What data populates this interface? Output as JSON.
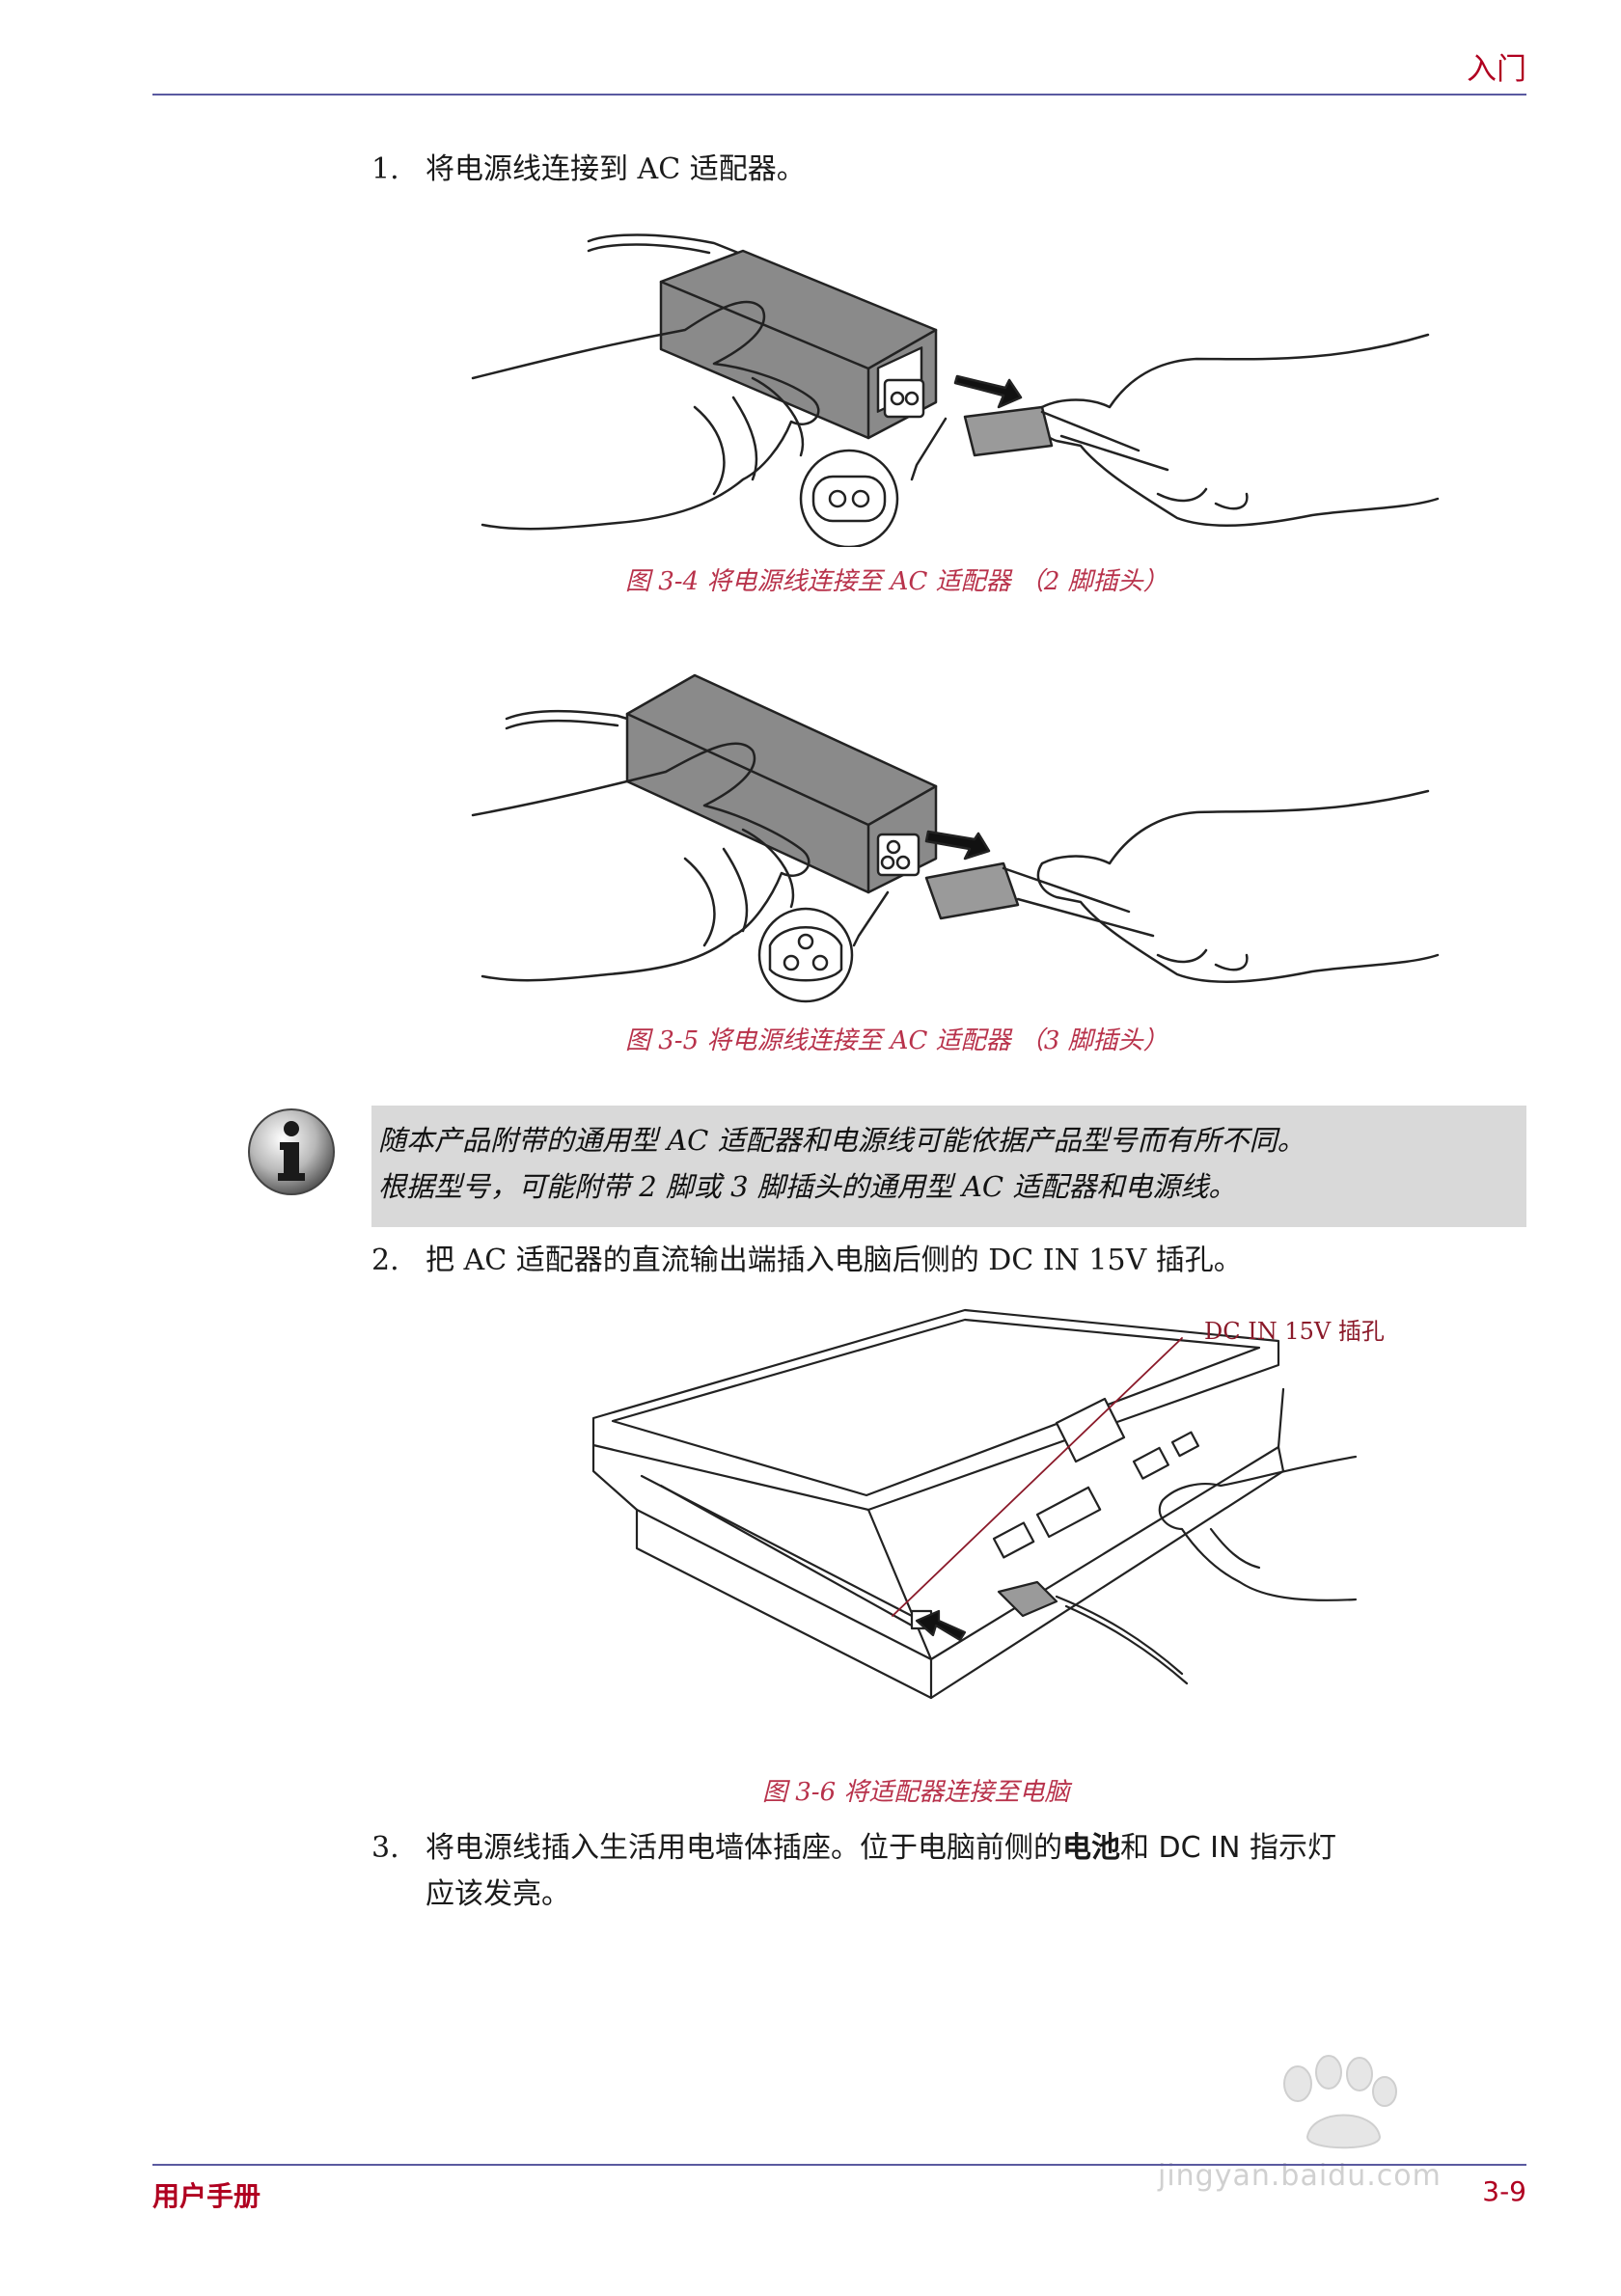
{
  "header": {
    "title": "入门"
  },
  "steps": {
    "s1": {
      "num": "1.",
      "text": "将电源线连接到 AC 适配器。"
    },
    "s2": {
      "num": "2.",
      "text": "把 AC 适配器的直流输出端插入电脑后侧的 DC IN 15V 插孔。"
    },
    "s3": {
      "num": "3.",
      "text_a": "将电源线插入生活用电墙体插座。位于电脑前侧的",
      "bold": "电池",
      "text_b": "和 DC IN 指示灯",
      "text_c": "应该发亮。"
    }
  },
  "figures": {
    "f4": {
      "caption": "图 3-4 将电源线连接至 AC 适配器 （2 脚插头）"
    },
    "f5": {
      "caption": "图 3-5 将电源线连接至 AC 适配器 （3 脚插头）"
    },
    "f6": {
      "caption": "图 3-6 将适配器连接至电脑",
      "callout": "DC IN 15V 插孔"
    }
  },
  "note": {
    "icon": "info-icon",
    "line1": "随本产品附带的通用型 AC 适配器和电源线可能依据产品型号而有所不同。",
    "line2": "根据型号，可能附带 2 脚或 3 脚插头的通用型 AC 适配器和电源线。"
  },
  "footer": {
    "left": "用户手册",
    "right": "3-9"
  },
  "watermark": {
    "text": "jingyan.baidu.com"
  },
  "colors": {
    "accent": "#b00020",
    "caption": "#b8324b",
    "rule": "#5a5aa0",
    "note_bg": "#d9d9d9"
  }
}
